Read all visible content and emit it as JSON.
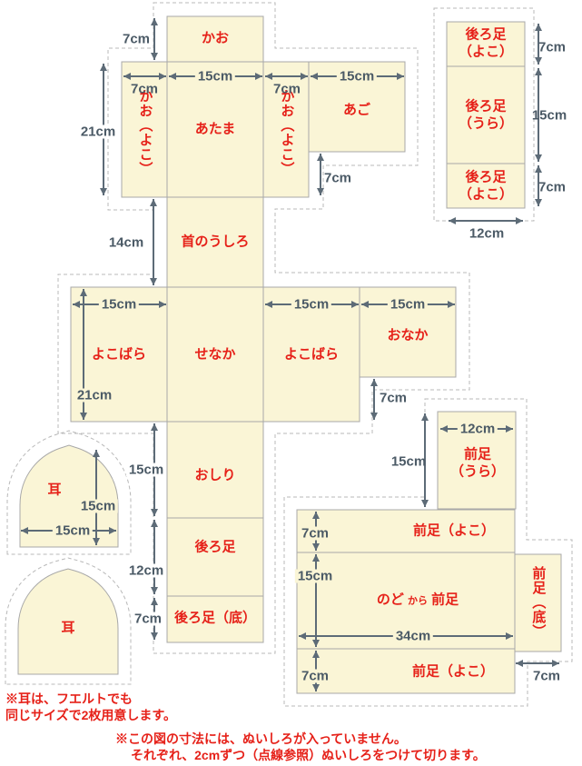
{
  "pieces": {
    "kao": "かお",
    "kao_yoko_l": "かお（よこ）",
    "atama": "あたま",
    "kao_yoko_r": "かお（よこ）",
    "ago": "あご",
    "ushiroashi_yoko_1": "後ろ足\n（よこ）",
    "ushiroashi_ura": "後ろ足\n（うら）",
    "ushiroashi_yoko_2": "後ろ足\n（よこ）",
    "kubi_no_ushiro": "首のうしろ",
    "yokobara_l": "よこばら",
    "senaka": "せなか",
    "yokobara_r": "よこばら",
    "onaka": "おなか",
    "oshiri": "おしり",
    "ushiroashi": "後ろ足",
    "ushiroashi_soko": "後ろ足（底）",
    "mimi_1": "耳",
    "mimi_2": "耳",
    "maeashi_ura": "前足\n（うら）",
    "maeashi_yoko_1": "前足（よこ）",
    "nodo": "のど",
    "kara": "から",
    "maeashi": "前足",
    "maeashi_soko": "前足（底）",
    "maeashi_yoko_2": "前足（よこ）"
  },
  "dims": {
    "kao_h": "7cm",
    "kao_yoko_l_w": "7cm",
    "atama_w": "15cm",
    "kao_yoko_r_w": "7cm",
    "ago_w": "15cm",
    "head_row_h": "21cm",
    "ago_below": "7cm",
    "kubi_h": "14cm",
    "yokobara_l_w": "15cm",
    "yokobara_r_w": "15cm",
    "onaka_w": "15cm",
    "body_row_h": "21cm",
    "onaka_below": "7cm",
    "oshiri_h": "15cm",
    "ushiroashi_h": "12cm",
    "ushiroashi_soko_h": "7cm",
    "mimi_h": "15cm",
    "mimi_w": "15cm",
    "rcol_top_h": "7cm",
    "rcol_mid_h": "15cm",
    "rcol_bot_h": "7cm",
    "rcol_w": "12cm",
    "maeashi_ura_w": "12cm",
    "maeashi_ura_h": "15cm",
    "front_top_h": "7cm",
    "front_mid_h": "15cm",
    "front_w": "34cm",
    "front_bot_h": "7cm",
    "maeashi_soko_w": "7cm"
  },
  "notes": {
    "left1": "※耳は、フエルトでも",
    "left2": "同じサイズで2枚用意します。",
    "center1": "※この図の寸法には、ぬいしろが入っていません。",
    "center2": "それぞれ、2cmずつ（点線参照）ぬいしろをつけて切ります。"
  },
  "colors": {
    "piece_fill": "#faf5d6",
    "label_red": "#e62119",
    "dimension": "#4b5a66",
    "dashed": "#b8b8b8"
  }
}
